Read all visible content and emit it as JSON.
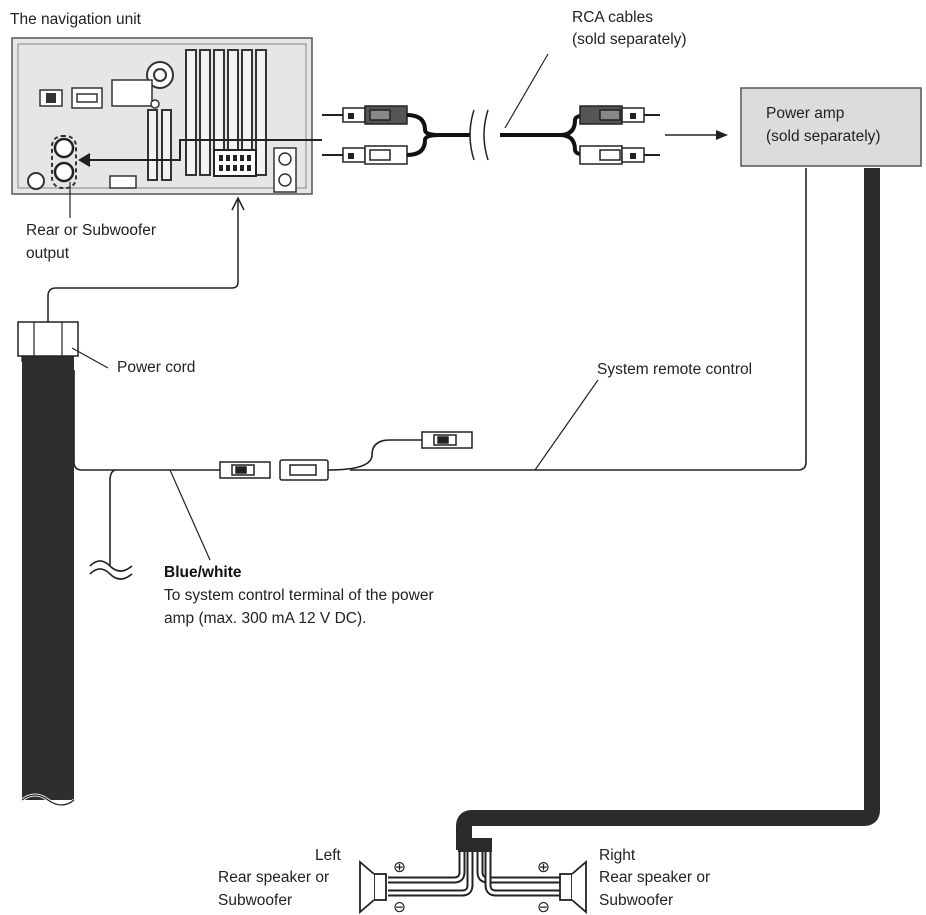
{
  "labels": {
    "nav_unit": "The navigation unit",
    "rca_line1": "RCA cables",
    "rca_line2": "(sold separately)",
    "amp_line1": "Power amp",
    "amp_line2": "(sold separately)",
    "rear_out_line1": "Rear or Subwoofer",
    "rear_out_line2": "output",
    "power_cord": "Power cord",
    "system_remote": "System remote control",
    "blue_white": "Blue/white",
    "blue_white_desc1": "To system control terminal of the power",
    "blue_white_desc2": "amp (max. 300 mA 12 V DC).",
    "left": "Left",
    "left_desc1": "Rear speaker or",
    "left_desc2": "Subwoofer",
    "right": "Right",
    "right_desc1": "Rear speaker or",
    "right_desc2": "Subwoofer"
  },
  "symbols": {
    "plus": "⊕",
    "minus": "⊖"
  },
  "colors": {
    "unit_body": "#e6e6e6",
    "amp_box": "#dcdcdc",
    "cable_dark": "#2b2b2b"
  }
}
